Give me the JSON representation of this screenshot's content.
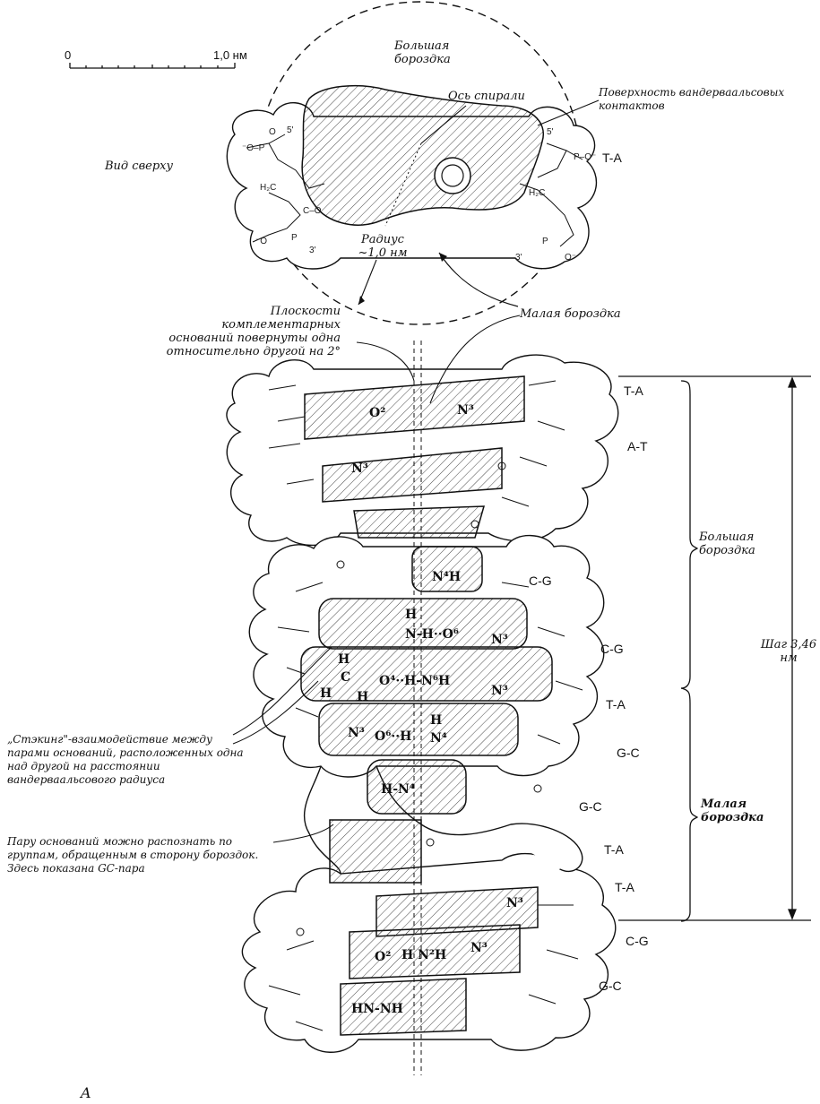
{
  "scale_bar": {
    "zero": "0",
    "one": "1,0 нм"
  },
  "top_view": {
    "major_groove": "Большая бороздка",
    "helix_axis": "Ось спирали",
    "vdw_surface": "Поверхность вандерваальсовых контактов",
    "view_label": "Вид сверху",
    "radius": "Радиус ~1,0 нм",
    "minor_groove": "Малая бороздка",
    "pair": "T-A"
  },
  "side_view": {
    "planes_note": "Плоскости комплементарных оснований повернуты одна относительно другой на 2°",
    "major_groove": "Большая бороздка",
    "pitch": "Шаг 3,46 нм",
    "minor_groove": "Малая бороздка",
    "stacking_note": "„Стэкинг\"-взаимодействие между парами оснований, расположенных одна над другой на расстоянии вандерваальсового радиуса",
    "recognition_note": "Пару оснований можно распознать по группам, обращенным в сторону бороздок. Здесь показана GC-пара",
    "panel_letter": "A"
  },
  "base_pairs": [
    "T-A",
    "A-T",
    "C-G",
    "C-G",
    "T-A",
    "G-C",
    "G-C",
    "T-A",
    "T-A",
    "C-G",
    "G-C"
  ],
  "atoms": {
    "o2_n3": [
      "O²",
      "N³"
    ],
    "n3_a": "N³",
    "n4h": "N⁴H",
    "h_n_h_o_n": [
      "H",
      "N-H··O⁶",
      "N³"
    ],
    "ch_row": [
      "H",
      "C",
      "H",
      "H",
      "O⁴··H-N⁶H",
      "N³"
    ],
    "n3_o6": [
      "N³",
      "O⁶··H",
      "H",
      "N⁴"
    ],
    "hn4": "H-N⁴",
    "n3_b": "N³",
    "o2hn2h": [
      "O²",
      "H N²H",
      "N³"
    ],
    "hnnh": "HN-NH"
  },
  "colors": {
    "ink": "#111111",
    "hatch": "#333333",
    "paper": "#ffffff"
  }
}
